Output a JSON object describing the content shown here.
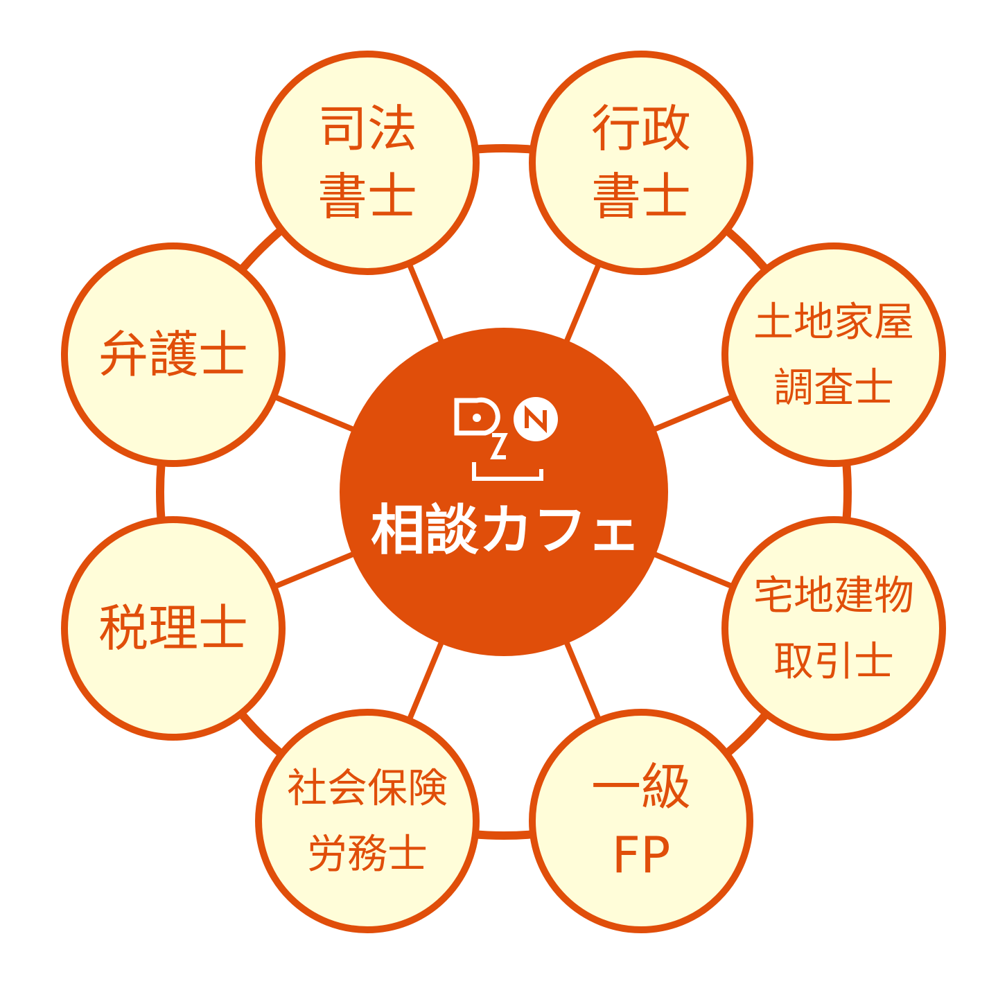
{
  "colors": {
    "accent": "#E04E0A",
    "node_fill": "#FFFDD9",
    "background": "#FFFFFF"
  },
  "center": {
    "logo_letters": "DZN",
    "title": "相談カフェ"
  },
  "nodes": [
    {
      "id": "judicial-scrivener",
      "lines": [
        "司法",
        "書士"
      ]
    },
    {
      "id": "administrative-scrivener",
      "lines": [
        "行政",
        "書士"
      ]
    },
    {
      "id": "land-house-investigator",
      "lines": [
        "土地家屋",
        "調査士"
      ]
    },
    {
      "id": "real-estate-broker",
      "lines": [
        "宅地建物",
        "取引士"
      ]
    },
    {
      "id": "financial-planner",
      "lines": [
        "一級",
        "FP"
      ]
    },
    {
      "id": "labor-consultant",
      "lines": [
        "社会保険",
        "労務士"
      ]
    },
    {
      "id": "tax-accountant",
      "lines": [
        "税理士"
      ]
    },
    {
      "id": "lawyer",
      "lines": [
        "弁護士"
      ]
    }
  ]
}
